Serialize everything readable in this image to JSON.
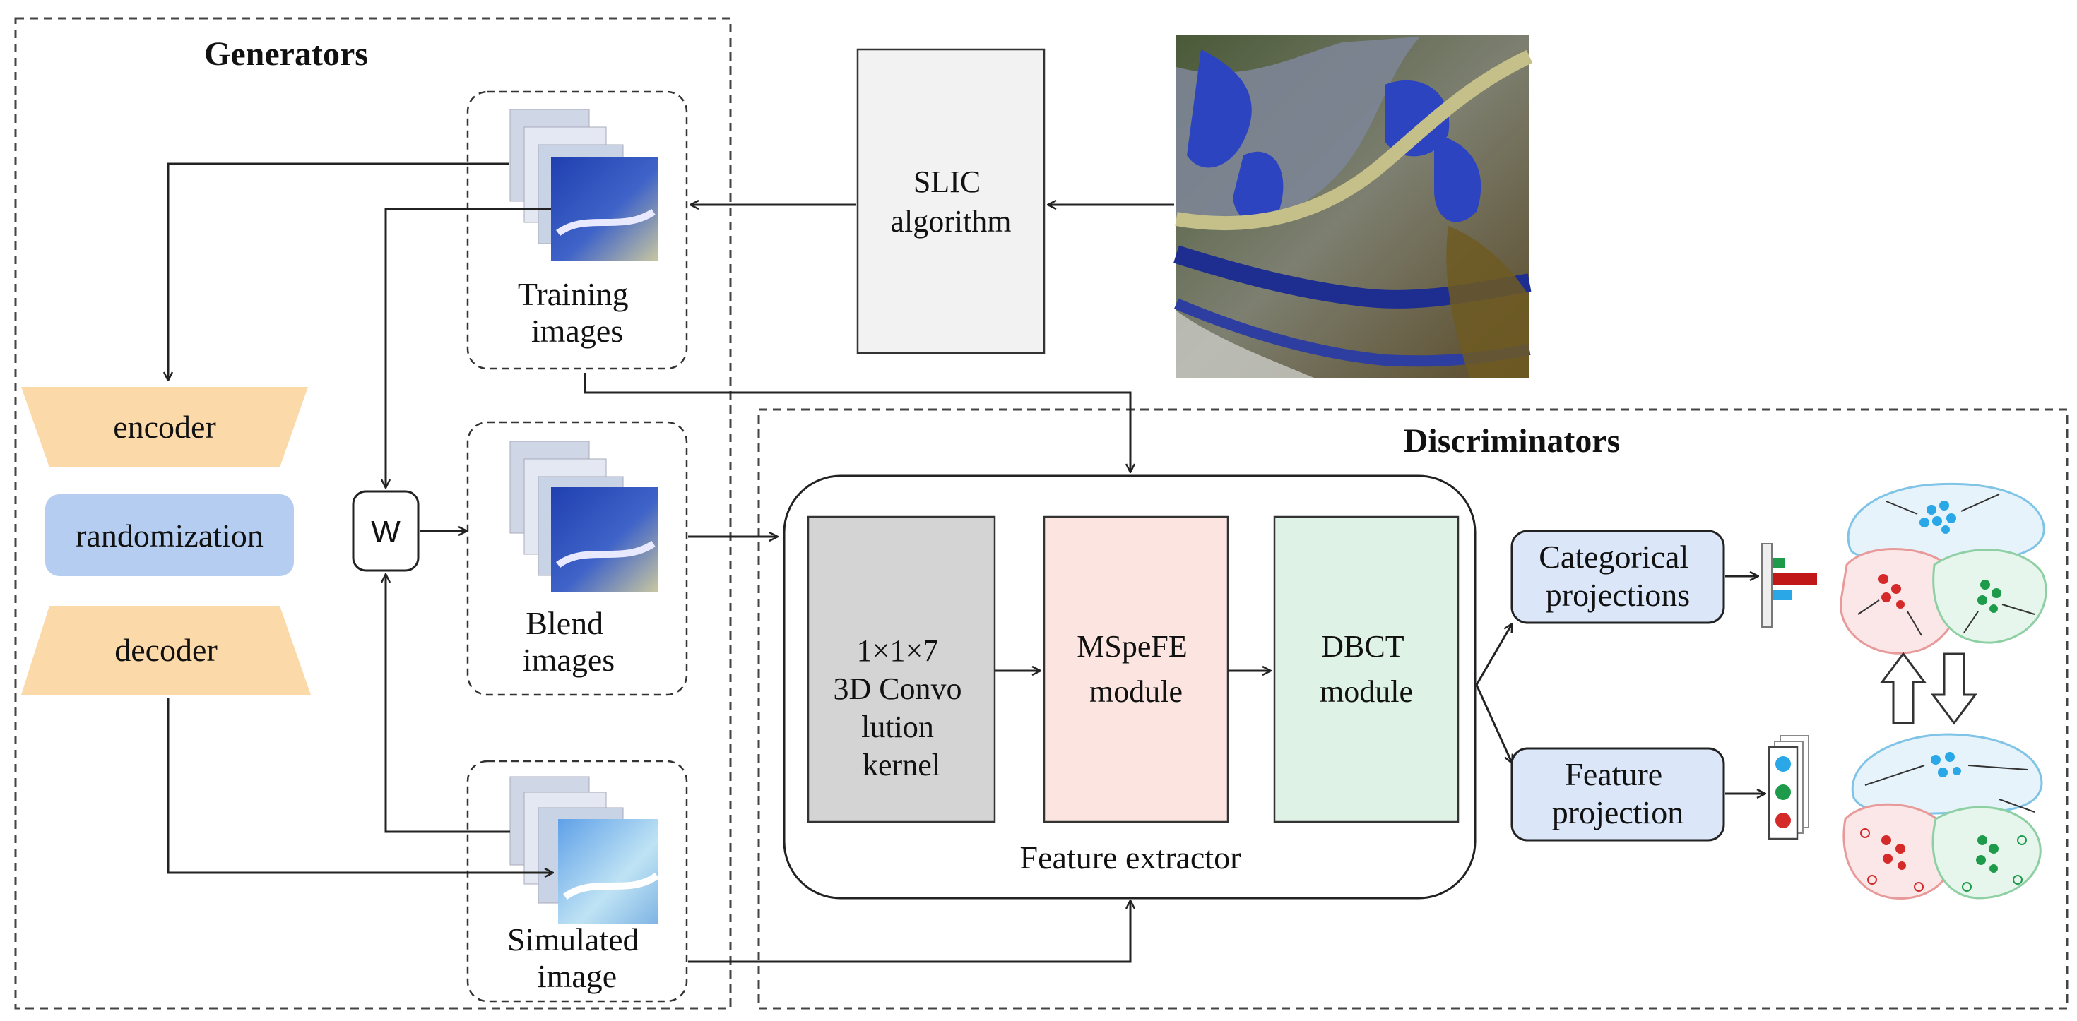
{
  "generators_title": "Generators",
  "discriminators_title": "Discriminators",
  "slic": [
    "SLIC",
    "algorithm"
  ],
  "training_images": [
    "Training",
    "images"
  ],
  "blend_images": [
    "Blend",
    "images"
  ],
  "simulated_image": [
    "Simulated",
    "image"
  ],
  "encoder": "encoder",
  "randomization": "randomization",
  "decoder": "decoder",
  "w_label": "W",
  "conv_kernel": [
    "1×1×7",
    "3D Convo",
    "lution",
    "kernel"
  ],
  "mspefe": [
    "MSpeFE",
    "module"
  ],
  "dbct": [
    "DBCT",
    "module"
  ],
  "feature_extractor": "Feature extractor",
  "categorical_projections": [
    "Categorical",
    "projections"
  ],
  "feature_projection": [
    "Feature",
    "projection"
  ],
  "colors": {
    "trapezoid": "#fcd9a8",
    "randomization": "#b4cdf0",
    "conv": "#d4d4d4",
    "mspefe": "#fce5e0",
    "dbct": "#dff2e6",
    "projection": "#dbe7f8",
    "slic": "#f2f2f2",
    "cluster_blue": "#29a7e6",
    "cluster_red": "#d42a2a",
    "cluster_green": "#1e9b4a"
  }
}
